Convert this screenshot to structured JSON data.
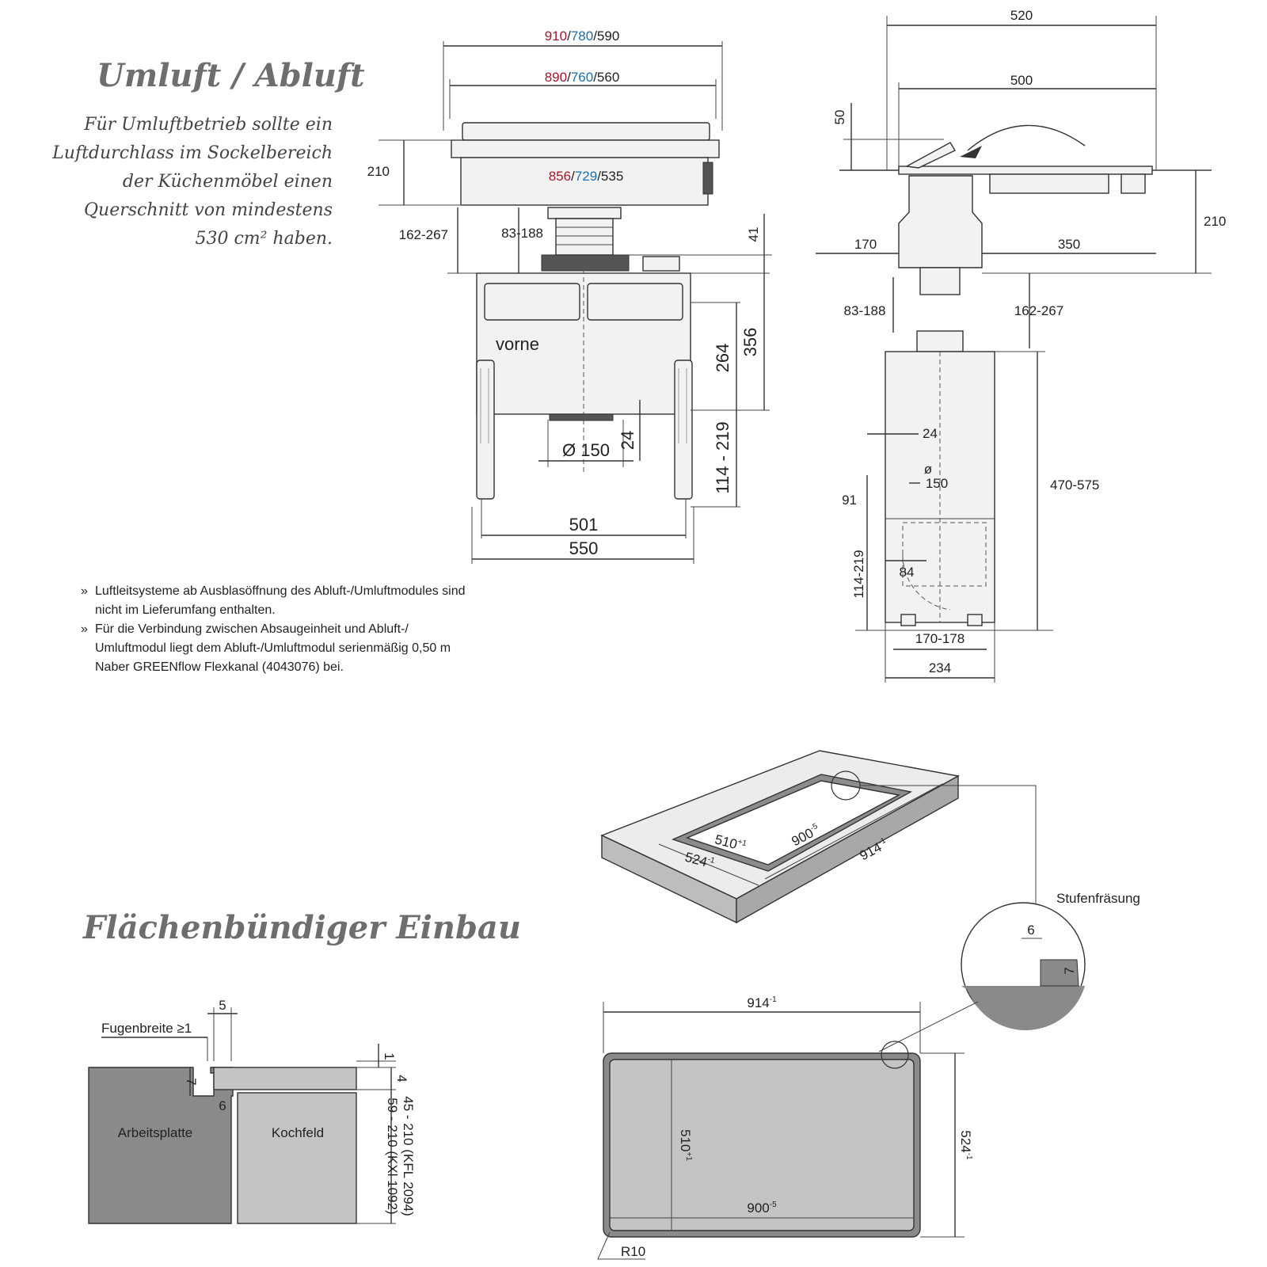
{
  "headings": {
    "umluft": "Umluft / Abluft",
    "flaechen": "Flächenbündiger Einbau"
  },
  "intro_lines": [
    "Für Umluftbetrieb sollte ein",
    "Luftdurchlass im Sockelbereich",
    "der Küchenmöbel einen",
    "Querschnitt von mindestens",
    "530 cm² haben."
  ],
  "notes": [
    "Luftleitsysteme ab Ausblasöffnung des Abluft-/Umluftmodules sind nicht im Lieferumfang enthalten.",
    "Für die Verbindung zwischen Absaugeinheit und Abluft-/ Umluftmodul liegt dem Abluft-/Umluftmodul serienmäßig 0,50 m Naber GREENflow Flexkanal (4043076) bei."
  ],
  "colors": {
    "red": "#a8152c",
    "blue": "#1c6fae",
    "gray_heading": "#6e6e6e"
  },
  "front_view": {
    "width_top": [
      "910",
      "780",
      "590"
    ],
    "width_mid": [
      "890",
      "760",
      "560"
    ],
    "width_inner": [
      "856",
      "729",
      "535"
    ],
    "sep": "/",
    "height": "210",
    "under_range": "162-267",
    "duct_range": "83-188",
    "d41": "41",
    "d356": "356",
    "d264": "264",
    "vorne": "vorne",
    "diameter": "Ø 150",
    "d24": "24",
    "legs": "114 - 219",
    "d501": "501",
    "d550": "550"
  },
  "side_view": {
    "width_top": "520",
    "width_mid": "500",
    "d50": "50",
    "height": "210",
    "d170": "170",
    "d350": "350",
    "duct_range": "83-188",
    "under_range": "162-267",
    "d24": "24",
    "diam_symbol": "ø",
    "diam_value": "150",
    "module_height": "470-575",
    "d91": "91",
    "legs": "114-219",
    "d84": "84",
    "inner_width": "170-178",
    "d234": "234"
  },
  "cutout": {
    "dim_510": "510",
    "sup_510": "+1",
    "dim_900": "900",
    "sup_900": "-5",
    "dim_524": "524",
    "sup_524": "-1",
    "dim_914": "914",
    "sup_914": "-1",
    "stufen_label": "Stufenfräsung",
    "detail_6": "6",
    "detail_7": "7",
    "r10": "R10"
  },
  "profile": {
    "d5": "5",
    "fugen": "Fugenbreite ≥1",
    "d7": "7",
    "d6": "6",
    "d1": "1",
    "d4": "4",
    "range_kfl": "45 - 210 (KFL 2094)",
    "range_kxl": "59 - 210 (KXl 1092)",
    "arbeitsplatte": "Arbeitsplatte",
    "kochfeld": "Kochfeld"
  }
}
